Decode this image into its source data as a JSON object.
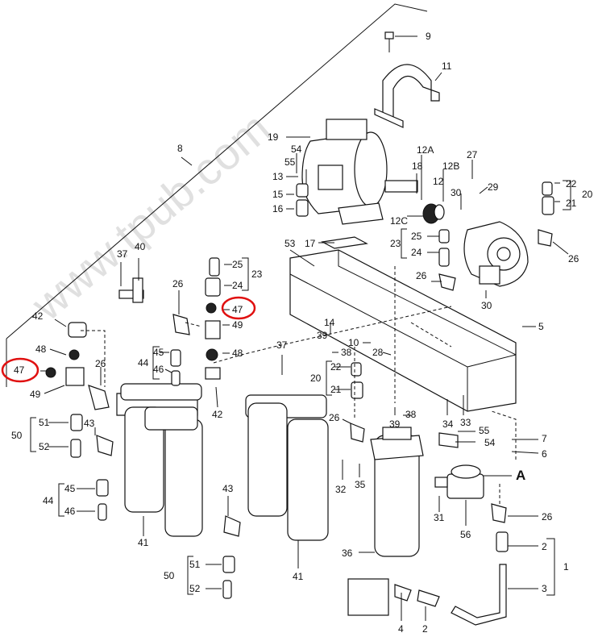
{
  "watermark": "www.tpub.com",
  "callout_marker": "A",
  "highlighted_part": "47",
  "highlight_color": "#e01010",
  "labels": {
    "l1": "1",
    "l2a": "2",
    "l2b": "2",
    "l3": "3",
    "l4": "4",
    "l5": "5",
    "l6": "6",
    "l7": "7",
    "l8": "8",
    "l9": "9",
    "l10": "10",
    "l11": "11",
    "l12": "12",
    "l12A": "12A",
    "l12B": "12B",
    "l12C": "12C",
    "l13": "13",
    "l14": "14",
    "l15": "15",
    "l16": "16",
    "l17": "17",
    "l18": "18",
    "l19": "19",
    "l20a": "20",
    "l20b": "20",
    "l21a": "21",
    "l21b": "21",
    "l22a": "22",
    "l22b": "22",
    "l23a": "23",
    "l23b": "23",
    "l24a": "24",
    "l24b": "24",
    "l25a": "25",
    "l25b": "25",
    "l26a": "26",
    "l26b": "26",
    "l26c": "26",
    "l26d": "26",
    "l26e": "26",
    "l26f": "26",
    "l27": "27",
    "l28": "28",
    "l29": "29",
    "l30a": "30",
    "l30b": "30",
    "l31": "31",
    "l32": "32",
    "l33": "33",
    "l34": "34",
    "l35": "35",
    "l36": "36",
    "l37a": "37",
    "l37b": "37",
    "l38a": "38",
    "l38b": "38",
    "l39a": "39",
    "l39b": "39",
    "l40": "40",
    "l41a": "41",
    "l41b": "41",
    "l42a": "42",
    "l42b": "42",
    "l43a": "43",
    "l43b": "43",
    "l44a": "44",
    "l44b": "44",
    "l45a": "45",
    "l45b": "45",
    "l46a": "46",
    "l46b": "46",
    "l47a": "47",
    "l47b": "47",
    "l48a": "48",
    "l48b": "48",
    "l49a": "49",
    "l49b": "49",
    "l50a": "50",
    "l50b": "50",
    "l51a": "51",
    "l51b": "51",
    "l52a": "52",
    "l52b": "52",
    "l53": "53",
    "l54a": "54",
    "l54b": "54",
    "l55a": "55",
    "l55b": "55",
    "l56": "56"
  }
}
